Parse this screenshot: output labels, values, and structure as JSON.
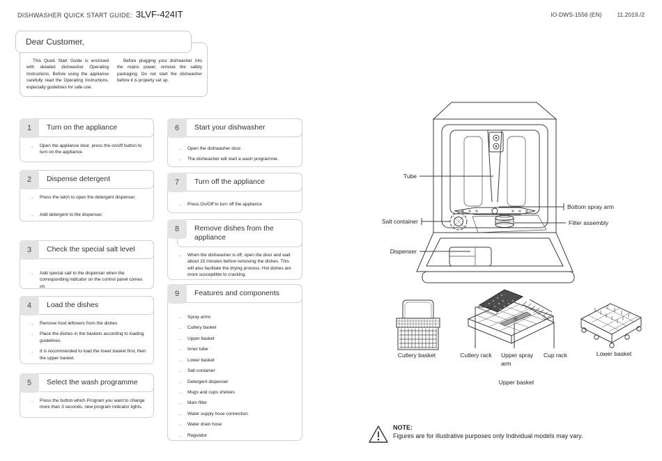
{
  "header": {
    "title_prefix": "DISHWASHER QUICK START GUIDE:",
    "model": "3LVF-424IT",
    "doc_code": "IO-DWS-1556 (EN)",
    "doc_revision": "11.2019./2"
  },
  "intro": {
    "greeting": "Dear Customer,",
    "col1": "This Quick Start Guide is enclosed with detailed dishwasher Operating Instructions. Before using the appliance carefully read the Operating Instructions, especially guidelines for safe use.",
    "col2": "Before plugging your dishwasher into the mains power, remove the safety packaging. Do not start the dishwasher before it is properly set up."
  },
  "steps": [
    {
      "num": "1",
      "title": "Turn on the appliance",
      "bullets": [
        "Open the appliance door, press the on/off button to turn on the appliance."
      ]
    },
    {
      "num": "2",
      "title": "Dispense detergent",
      "bullets": [
        "Press the latch to open the detergent dispenser.",
        "Add detergent to the dispenser."
      ]
    },
    {
      "num": "3",
      "title": "Check the special salt level",
      "bullets": [
        "Add special salt to the dispenser when the corresponding indicator on the control panel comes on."
      ]
    },
    {
      "num": "4",
      "title": "Load the dishes",
      "bullets": [
        "Remove food leftovers from the dishes",
        "Place the dishes in the baskets according to loading guidelines.",
        "It is recommended to load the lower basket first, then the upper basket."
      ]
    },
    {
      "num": "5",
      "title": "Select the wash programme",
      "bullets": [
        "Press the button which Program you want to change more than 3 seconds, new program indicator lights."
      ]
    },
    {
      "num": "6",
      "title": "Start your dishwasher",
      "bullets": [
        "Open the dishwasher door.",
        "The dishwasher will start a wash programme."
      ]
    },
    {
      "num": "7",
      "title": "Turn off the appliance",
      "bullets": [
        "Press On/Off to turn off the appliance"
      ]
    },
    {
      "num": "8",
      "title": "Remove dishes from the appliance",
      "bullets": [
        "When the dishwasher is off, open the door and wait about 15 minutes before removing the dishes. This will also facilitate the drying process. Hot dishes are more susceptible to cracking."
      ]
    },
    {
      "num": "9",
      "title": "Features and components",
      "bullets": [
        "Spray arms",
        "Cutlery basket",
        "Upper basket",
        "Inner tube",
        "Lower basket",
        "Salt container",
        "Detergent dispenser",
        "Mugs and cups shelves",
        "Main filter",
        "Water supply hose connection",
        "Water drain hose",
        "Regulator"
      ]
    }
  ],
  "diagram": {
    "labels": {
      "tube": "Tube",
      "salt_container": "Salt container",
      "dispenser": "Dispenser",
      "bottom_spray_arm": "Bottom spray arm",
      "filter_assembly": "Filter assembly"
    }
  },
  "baskets": {
    "cutlery_basket": "Cutlery basket",
    "cutlery_rack": "Cutlery rack",
    "upper_spray_arm": "Upper spray arm",
    "cup_rack": "Cup rack",
    "lower_basket": "Lower basket",
    "upper_basket": "Upper basket"
  },
  "note": {
    "title": "NOTE:",
    "text": "Figures are for illustrative purposes only Individual models may vary."
  },
  "colors": {
    "card_border": "#cfcfcf",
    "number_tile": "#e3e3e3",
    "text": "#2e2e2e",
    "bullet_arrow": "#b5b5b5",
    "line_art": "#3a3a3a"
  }
}
